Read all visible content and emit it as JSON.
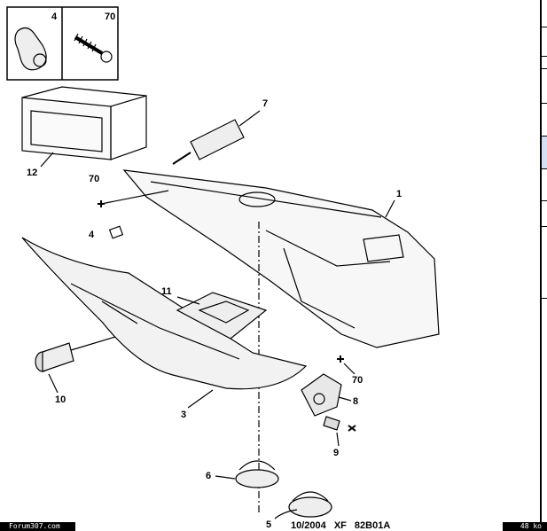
{
  "inset": {
    "labels": [
      "4",
      "70"
    ]
  },
  "callouts": {
    "c7": "7",
    "c12": "12",
    "c70a": "70",
    "c1": "1",
    "c4": "4",
    "c11": "11",
    "c10": "10",
    "c3": "3",
    "c8": "8",
    "c70b": "70",
    "c9": "9",
    "c6": "6",
    "c5": "5"
  },
  "footer": {
    "site": "Forum307.com",
    "reference": "10/2004  XF 82B01A",
    "size": "48 ko"
  },
  "colors": {
    "highlight": "#d6e0f5"
  }
}
